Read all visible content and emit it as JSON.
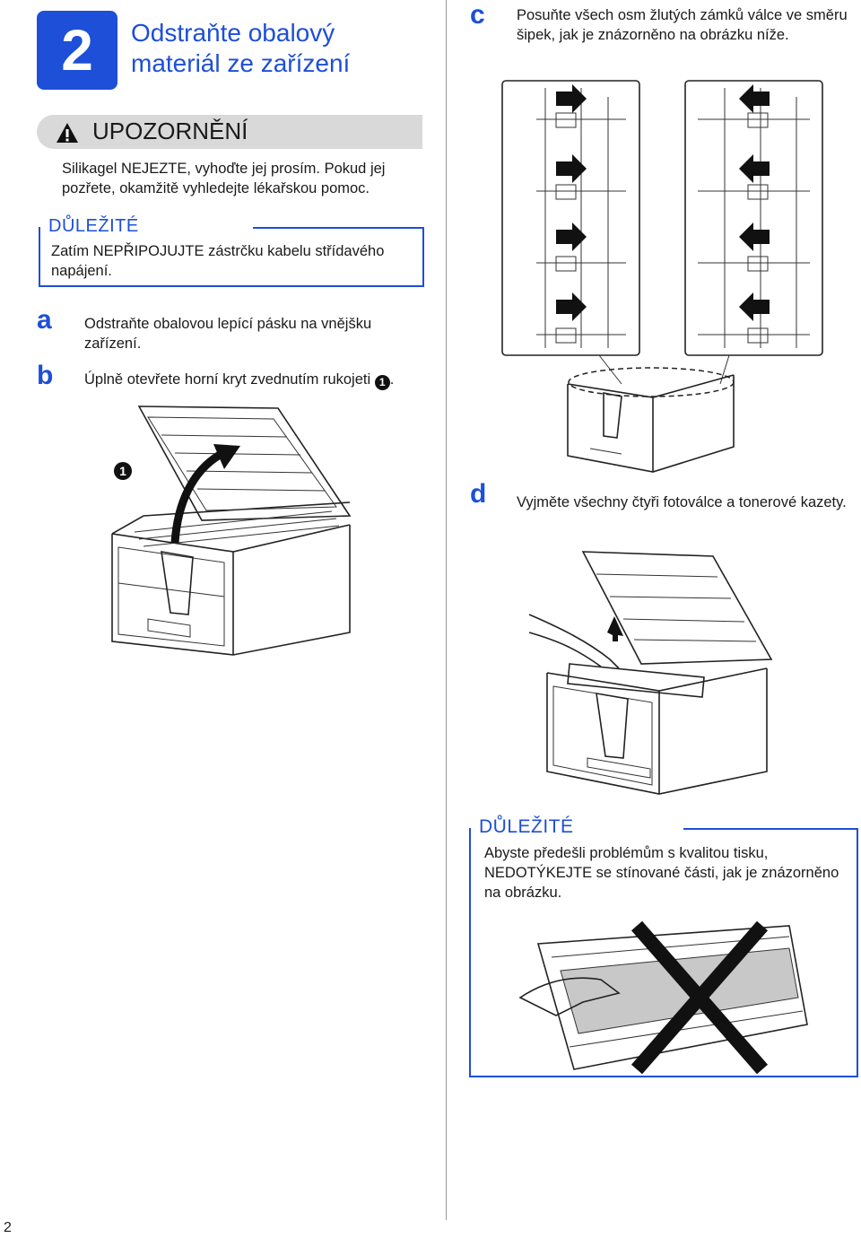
{
  "step": {
    "number": "2",
    "title_line1": "Odstraňte obalový",
    "title_line2": "materiál ze zařízení"
  },
  "caution": {
    "icon": "warning-triangle-icon",
    "title": "UPOZORNĚNÍ",
    "text": "Silikagel NEJEZTE, vyhoďte jej prosím. Pokud jej pozřete, okamžitě vyhledejte lékařskou pomoc."
  },
  "important1": {
    "title": "DŮLEŽITÉ",
    "text": "Zatím NEPŘIPOJUJTE zástrčku kabelu střídavého napájení."
  },
  "steps": {
    "a": {
      "letter": "a",
      "text": "Odstraňte obalovou lepící pásku na vnějšku zařízení."
    },
    "b": {
      "letter": "b",
      "text": "Úplně otevřete horní kryt zvednutím rukojeti",
      "callout": "1",
      "suffix": "."
    },
    "c": {
      "letter": "c",
      "text": "Posuňte všech osm žlutých zámků válce ve směru šipek, jak je znázorněno na obrázku níže."
    },
    "d": {
      "letter": "d",
      "text": "Vyjměte všechny čtyři fotoválce a tonerové kazety."
    }
  },
  "illustration_b": {
    "callout": "1"
  },
  "important2": {
    "title": "DŮLEŽITÉ",
    "text": "Abyste předešli problémům s kvalitou tisku, NEDOTÝKEJTE se stínované části, jak je znázorněno na obrázku."
  },
  "page_number": "2",
  "colors": {
    "accent": "#1d4fd8",
    "caution_bar": "#d9d9d9"
  }
}
